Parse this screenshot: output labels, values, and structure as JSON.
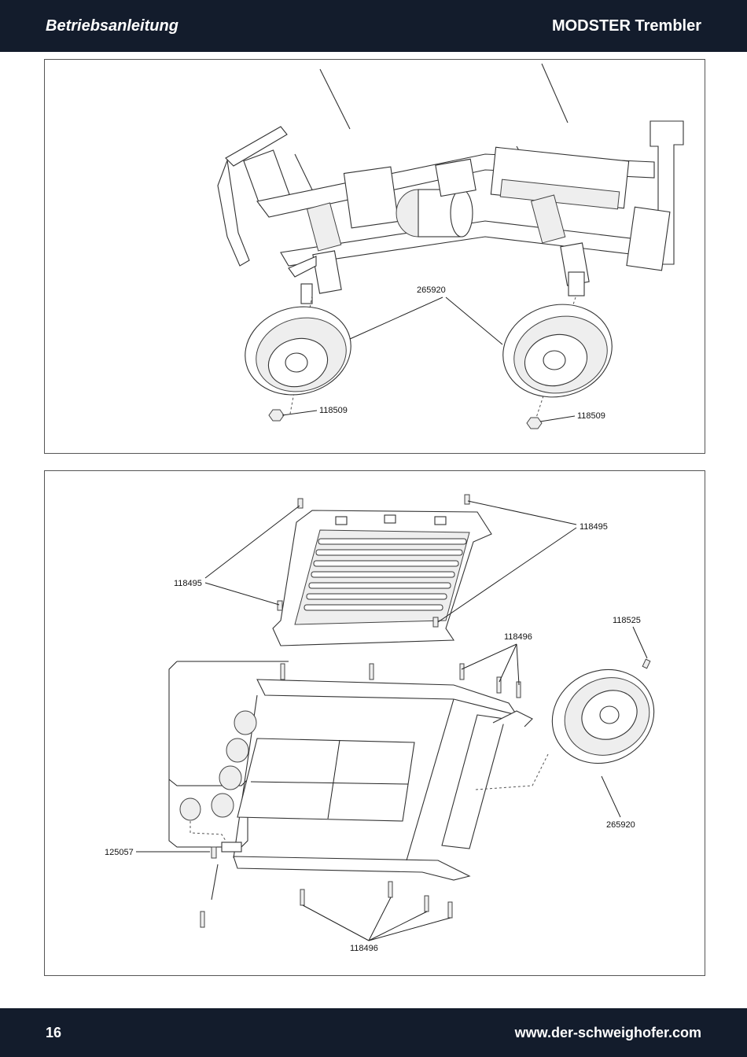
{
  "header": {
    "left": "Betriebsanleitung",
    "right": "MODSTER Trembler"
  },
  "footer": {
    "page": "16",
    "url": "www.der-schweighofer.com"
  },
  "panel1": {
    "labels": {
      "wheel": "265920",
      "nut_left": "118509",
      "nut_right": "118509"
    }
  },
  "panel2": {
    "labels": {
      "screw_top_right": "118495",
      "screw_left": "118495",
      "spare_screw": "118525",
      "rack_screws_top": "118496",
      "spare_wheel": "265920",
      "light_mount": "125057",
      "rack_screws_bottom": "118496"
    }
  }
}
